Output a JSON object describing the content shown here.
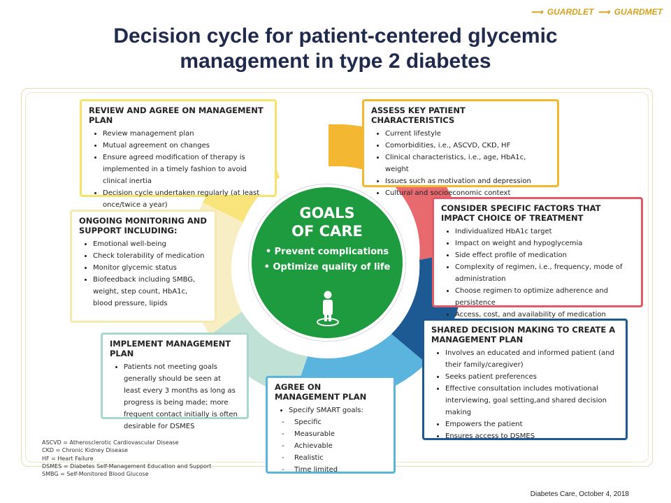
{
  "logos": [
    "GUARDLET",
    "GUARDMET"
  ],
  "title": [
    "Decision cycle for patient-centered glycemic",
    "management  in type 2 diabetes"
  ],
  "center": {
    "line1": "GOALS",
    "line2": "OF CARE",
    "bullets": [
      "• Prevent complications",
      "• Optimize quality of life"
    ],
    "icon": "person-target-icon"
  },
  "boxes": {
    "assess": {
      "heading": "ASSESS KEY PATIENT CHARACTERISTICS",
      "items": [
        "Current lifestyle",
        "Comorbidities, i.e., ASCVD, CKD, HF",
        "Clinical characteristics, i.e., age, HbA1c, weight",
        "Issues such as motivation and depression",
        "Cultural and socioeconomic context"
      ],
      "color": "#f4a81d"
    },
    "consider": {
      "heading": "CONSIDER SPECIFIC FACTORS THAT IMPACT CHOICE OF TREATMENT",
      "items": [
        "Individualized HbA1c target",
        "Impact on weight and hypoglycemia",
        "Side effect profile of medication",
        "Complexity of regimen, i.e., frequency, mode of administration",
        "Choose regimen to optimize adherence and persistence",
        "Access, cost, and availability of medication"
      ],
      "color": "#e35b67"
    },
    "shared": {
      "heading": "SHARED DECISION MAKING TO CREATE A MANAGEMENT PLAN",
      "items": [
        "Involves an educated and informed patient (and their family/caregiver)",
        "Seeks patient preferences",
        "Effective consultation includes motivational interviewing, goal setting,and shared decision making",
        "Empowers the patient",
        "Ensures access to DSMES"
      ],
      "color": "#1d5a94"
    },
    "agree": {
      "heading": "AGREE ON MANAGEMENT PLAN",
      "items": [
        "Specify SMART goals:"
      ],
      "smart": [
        "Specific",
        "Measurable",
        "Achievable",
        "Realistic",
        "Time limited"
      ],
      "color": "#5ab4de"
    },
    "implement": {
      "heading": "IMPLEMENT MANAGEMENT PLAN",
      "items": [
        "Patients not meeting goals generally should be seen at least every 3 months as long as progress is being made; more frequent contact initially is often desirable for DSMES"
      ],
      "color": "#a8d8cc"
    },
    "monitor": {
      "heading": "ONGOING MONITORING AND SUPPORT INCLUDING:",
      "items": [
        "Emotional well-being",
        "Check tolerability of medication",
        "Monitor glycemic status",
        "Biofeedback including SMBG, weight, step count, HbA1c, blood pressure, lipids"
      ],
      "color": "#f6e9b0"
    },
    "review": {
      "heading": "REVIEW AND AGREE ON MANAGEMENT PLAN",
      "items": [
        "Review management plan",
        "Mutual agreement on changes",
        "Ensure agreed modification of therapy is implemented in a timely fashion to avoid clinical inertia",
        "Decision cycle undertaken regularly (at least once/twice a year)"
      ],
      "color": "#f7e26b"
    }
  },
  "abbreviations": [
    "ASCVD = Atherosclerotic Cardiovascular Disease",
    "CKD = Chronic Kidney Disease",
    "HF = Heart Failure",
    "DSMES = Diabetes Self-Management Education and Support",
    "SMBG = Self-Monitored Blood Glucose"
  ],
  "citation": "Diabetes Care, October 4, 2018"
}
